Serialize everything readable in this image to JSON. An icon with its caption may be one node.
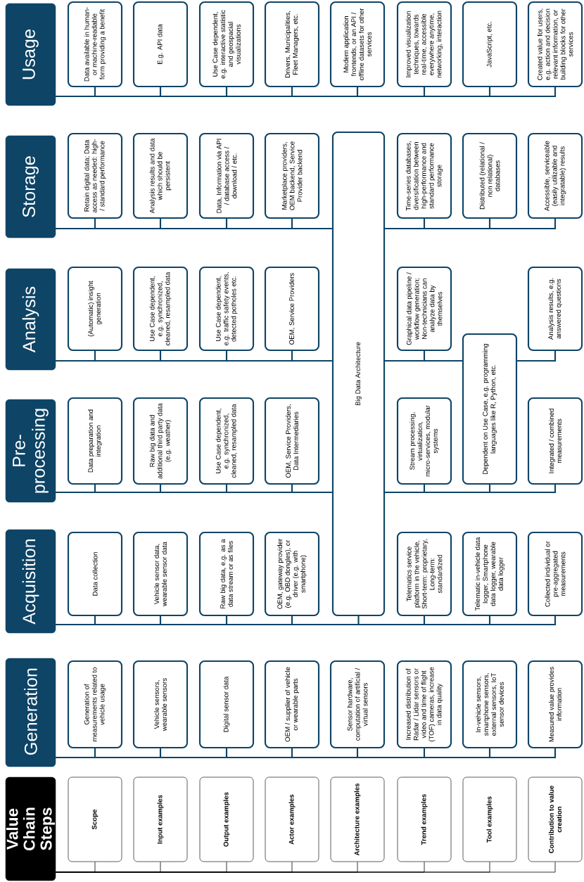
{
  "diagram": {
    "nodes": [
      {
        "text": [
          "Value Chain Steps"
        ]
      },
      {
        "text": [
          "Scope"
        ]
      },
      {
        "text": [
          "Input examples"
        ]
      },
      {
        "text": [
          "Output examples"
        ]
      },
      {
        "text": [
          "Actor examples"
        ]
      },
      {
        "text": [
          "Architecture examples"
        ]
      },
      {
        "text": [
          "Trend examples"
        ]
      },
      {
        "text": [
          "Tool examples"
        ]
      },
      {
        "text": [
          "Contribution to value creation"
        ]
      },
      {
        "text": [
          "Generation"
        ]
      },
      {
        "text": [
          "Generation of measurements related to vehicle usage"
        ]
      },
      {
        "text": [
          "Vehicle sensors, wearable sensors"
        ]
      },
      {
        "text": [
          "Digital sensor data"
        ]
      },
      {
        "text": [
          "OEM / supplier of vehicle or wearable parts"
        ]
      },
      {
        "text": [
          "Sensor hardware, computation of artificial / virtual sensors"
        ]
      },
      {
        "text": [
          "Increased distribution of Radar / Lidar sensors or video and time of flight (TOF) cameras, increase in data quality"
        ]
      },
      {
        "text": [
          "In-vehicle sensors, smartphone sensors, external sensors, IoT sensor devices"
        ]
      },
      {
        "text": [
          "Measured value provides information"
        ]
      },
      {
        "text": [
          "Acquisition"
        ]
      },
      {
        "text": [
          "Data collection"
        ]
      },
      {
        "text": [
          "Vehicle sensor data, wearable sensor data"
        ]
      },
      {
        "text": [
          "Raw big data, e.g. as a data stream or as files"
        ]
      },
      {
        "text": [
          "OEM, gateway provider (e.g. OBD dongles), or driver (e.g. with smartphone)"
        ]
      },
      {
        "text": [
          "Big Data Architecture"
        ]
      },
      {
        "text": [
          "Telematics service platform in the vehicle, Short-term: proprietary, Long-term: standardized"
        ]
      },
      {
        "text": [
          "Telematic in-vehicle data logger, Smartphone data logger, wearable data logger"
        ]
      },
      {
        "text": [
          "Collected individual or pre-aggregated measurements"
        ]
      },
      {
        "text": [
          "Pre-processing"
        ]
      },
      {
        "text": [
          "Data preparation and integration"
        ]
      },
      {
        "text": [
          "Raw big data and additional third party data (e.g. weather)"
        ]
      },
      {
        "text": [
          "Use Case dependent, e.g. synchronized, cleaned, resampled data"
        ]
      },
      {
        "text": [
          "OEM, Service Providers, Data Intermediaries"
        ]
      },
      {
        "text": [
          "Stream processing, virtualization, micro-services, modular systems"
        ]
      },
      {
        "text": [
          "Dependent on Use Case, e.g. programming languages like R, Python, etc."
        ]
      },
      {
        "text": [
          "Integrated / combined measurements"
        ]
      },
      {
        "text": [
          "Analysis"
        ]
      },
      {
        "text": [
          "(Automatic) insight generation"
        ]
      },
      {
        "text": [
          "Use Case dependent, e.g. synchronized, cleaned, resampled data"
        ]
      },
      {
        "text": [
          "Use Case dependent, e.g. traffic safety events, detected potholes etc."
        ]
      },
      {
        "text": [
          "OEM, Service Providers"
        ]
      },
      {
        "text": [
          "Graphical data pipeline / workflow generation; Non-technicians can analyze data by themselves"
        ]
      },
      {
        "text": [
          "Analysis results, e.g. answered questions"
        ]
      },
      {
        "text": [
          "Storage"
        ]
      },
      {
        "text": [
          "Retain digital data; Data access as needed: high- / standard performance"
        ]
      },
      {
        "text": [
          "Analysis results and data which should be persistent"
        ]
      },
      {
        "text": [
          "Data, Information via API / database access / download / etc."
        ]
      },
      {
        "text": [
          "Marketplace providers, OEM backend, Service Provider backend"
        ]
      },
      {
        "text": [
          "Time-series databases, diversification between high-performance and standard performance storage"
        ]
      },
      {
        "text": [
          "Distributed (relational / non relational) databases"
        ]
      },
      {
        "text": [
          "Accessible, serviceable (easily utilizable and integratable) results"
        ]
      },
      {
        "text": [
          "Usage"
        ]
      },
      {
        "text": [
          "Data available in human- or machine-readable form providing a benefit"
        ]
      },
      {
        "text": [
          "E.g. API data"
        ]
      },
      {
        "text": [
          "Use Case dependent, e.g. interactive statistic and geospacial visualizations"
        ]
      },
      {
        "text": [
          "Drivers, Municipalities, Fleet Managers, etc."
        ]
      },
      {
        "text": [
          "Modern application frontends, or an API / offline datasets for other services"
        ]
      },
      {
        "text": [
          "Improved visualization techniques, towards real-time, accessible everywhere anytime, networking, interaction"
        ]
      },
      {
        "text": [
          "JavaScript, etc."
        ]
      },
      {
        "text": [
          "Created value for users, e.g. action and decision relevant information, or building blocks for other services"
        ]
      }
    ],
    "edges": [
      {
        "from": 0,
        "to": 1,
        "arrow": "none",
        "color": "#000000"
      },
      {
        "from": 0,
        "to": 2,
        "arrow": "none",
        "color": "#000000"
      },
      {
        "from": 0,
        "to": 3,
        "arrow": "none",
        "color": "#000000"
      },
      {
        "from": 0,
        "to": 4,
        "arrow": "none",
        "color": "#000000"
      },
      {
        "from": 0,
        "to": 5,
        "arrow": "none",
        "color": "#000000"
      },
      {
        "from": 0,
        "to": 6,
        "arrow": "none",
        "color": "#000000"
      },
      {
        "from": 0,
        "to": 7,
        "arrow": "none",
        "color": "#000000"
      },
      {
        "from": 0,
        "to": 8,
        "arrow": "none",
        "color": "#000000"
      },
      {
        "from": 9,
        "to": 10,
        "arrow": "none"
      },
      {
        "from": 9,
        "to": 11,
        "arrow": "none"
      },
      {
        "from": 9,
        "to": 12,
        "arrow": "none"
      },
      {
        "from": 9,
        "to": 13,
        "arrow": "none"
      },
      {
        "from": 9,
        "to": 14,
        "arrow": "none"
      },
      {
        "from": 9,
        "to": 15,
        "arrow": "none"
      },
      {
        "from": 9,
        "to": 16,
        "arrow": "none"
      },
      {
        "from": 9,
        "to": 17,
        "arrow": "none"
      },
      {
        "from": 18,
        "to": 19,
        "arrow": "none"
      },
      {
        "from": 18,
        "to": 20,
        "arrow": "none"
      },
      {
        "from": 18,
        "to": 21,
        "arrow": "none"
      },
      {
        "from": 18,
        "to": 22,
        "arrow": "none"
      },
      {
        "from": 18,
        "to": 23,
        "arrow": "none"
      },
      {
        "from": 18,
        "to": 24,
        "arrow": "none"
      },
      {
        "from": 18,
        "to": 25,
        "arrow": "none"
      },
      {
        "from": 18,
        "to": 26,
        "arrow": "none"
      },
      {
        "from": 27,
        "to": 28,
        "arrow": "none"
      },
      {
        "from": 27,
        "to": 29,
        "arrow": "none"
      },
      {
        "from": 27,
        "to": 30,
        "arrow": "none"
      },
      {
        "from": 27,
        "to": 31,
        "arrow": "none"
      },
      {
        "from": 27,
        "to": 23,
        "arrow": "none"
      },
      {
        "from": 23,
        "to": 32,
        "arrow": "none"
      },
      {
        "from": 23,
        "to": 33,
        "arrow": "none"
      },
      {
        "from": 23,
        "to": 34,
        "arrow": "none"
      },
      {
        "from": 35,
        "to": 36,
        "arrow": "none"
      },
      {
        "from": 35,
        "to": 37,
        "arrow": "none"
      },
      {
        "from": 35,
        "to": 38,
        "arrow": "none"
      },
      {
        "from": 35,
        "to": 39,
        "arrow": "none"
      },
      {
        "from": 35,
        "to": 23,
        "arrow": "none"
      },
      {
        "from": 23,
        "to": 40,
        "arrow": "none"
      },
      {
        "from": 23,
        "to": 33,
        "arrow": "none"
      },
      {
        "from": 33,
        "to": 41,
        "arrow": "none"
      },
      {
        "from": 42,
        "to": 43,
        "arrow": "none"
      },
      {
        "from": 42,
        "to": 44,
        "arrow": "none"
      },
      {
        "from": 42,
        "to": 45,
        "arrow": "none"
      },
      {
        "from": 42,
        "to": 46,
        "arrow": "none"
      },
      {
        "from": 42,
        "to": 23,
        "arrow": "none"
      },
      {
        "from": 23,
        "to": 47,
        "arrow": "none"
      },
      {
        "from": 23,
        "to": 48,
        "arrow": "none"
      },
      {
        "from": 23,
        "to": 49,
        "arrow": "none"
      },
      {
        "from": 50,
        "to": 51,
        "arrow": "none"
      },
      {
        "from": 50,
        "to": 52,
        "arrow": "none"
      },
      {
        "from": 50,
        "to": 53,
        "arrow": "none"
      },
      {
        "from": 50,
        "to": 54,
        "arrow": "none"
      },
      {
        "from": 50,
        "to": 55,
        "arrow": "none"
      },
      {
        "from": 50,
        "to": 56,
        "arrow": "none"
      },
      {
        "from": 50,
        "to": 57,
        "arrow": "none"
      },
      {
        "from": 50,
        "to": 58,
        "arrow": "none"
      }
    ]
  }
}
